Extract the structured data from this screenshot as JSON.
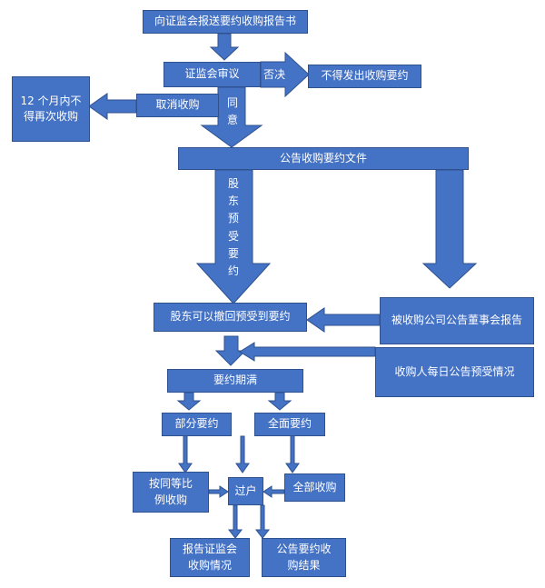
{
  "colors": {
    "fill": "#4472C4",
    "border": "#2F528F",
    "text": "#FFFFFF"
  },
  "nodes": {
    "report_to_csrc": "向证监会报送要约收购报告书",
    "csrc_review": "证监会审议",
    "veto": "否决",
    "no_offer": "不得发出收购要约",
    "cancel_acquisition": "取消收购",
    "approve": "同意",
    "no_repeat": "12 个月内不得再次收购",
    "announce_offer": "公告收购要约文件",
    "shareholders_pre_accept": "股东预受要约",
    "withdraw_pre_accept": "股东可以撤回预受到要约",
    "target_board_report": "被收购公司公告董事会报告",
    "daily_announcement": "收购人每日公告预受情况",
    "offer_expiry": "要约期满",
    "partial_offer": "部分要约",
    "full_offer": "全面要约",
    "pro_rata": "按同等比例收购",
    "transfer": "过户",
    "full_acquisition": "全部收购",
    "report_csrc_status": "报告证监会收购情况",
    "announce_result": "公告要约收购结果"
  }
}
